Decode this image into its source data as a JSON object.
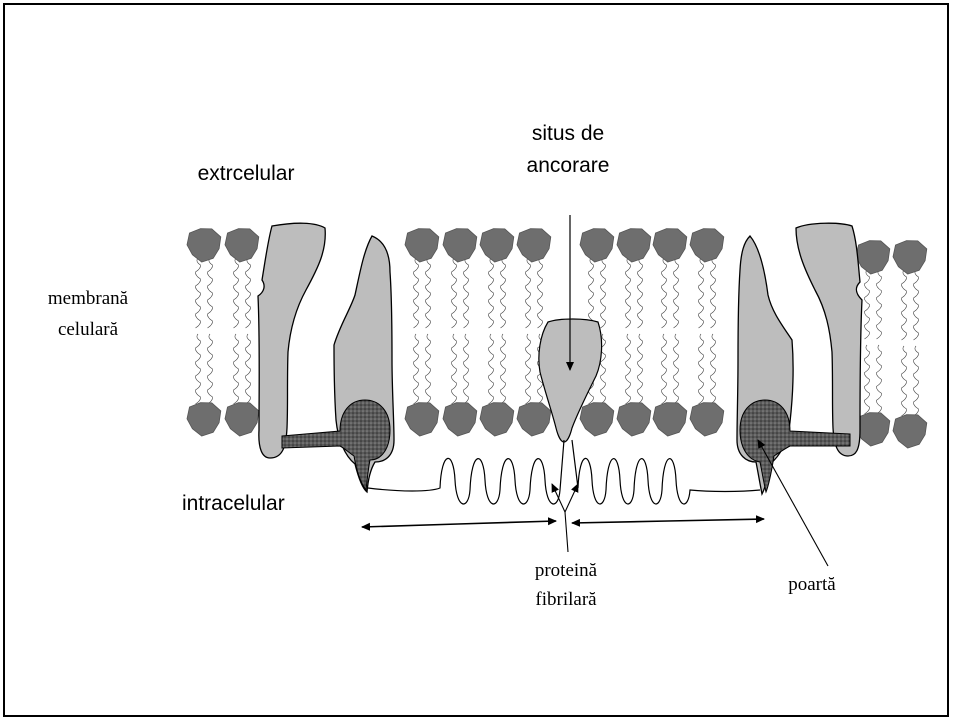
{
  "labels": {
    "extracellular": "extrcelular",
    "anchor_line1": "situs de",
    "anchor_line2": "ancorare",
    "membrane_line1": "membrană",
    "membrane_line2": "celulară",
    "intracellular": "intracelular",
    "protein_line1": "proteină",
    "protein_line2": "fibrilară",
    "gate": "poartă"
  },
  "colors": {
    "lipid_head": "#6e6e6e",
    "channel_protein": "#bdbdbd",
    "gate_dark": "#4a4a4a",
    "line": "#000000"
  }
}
